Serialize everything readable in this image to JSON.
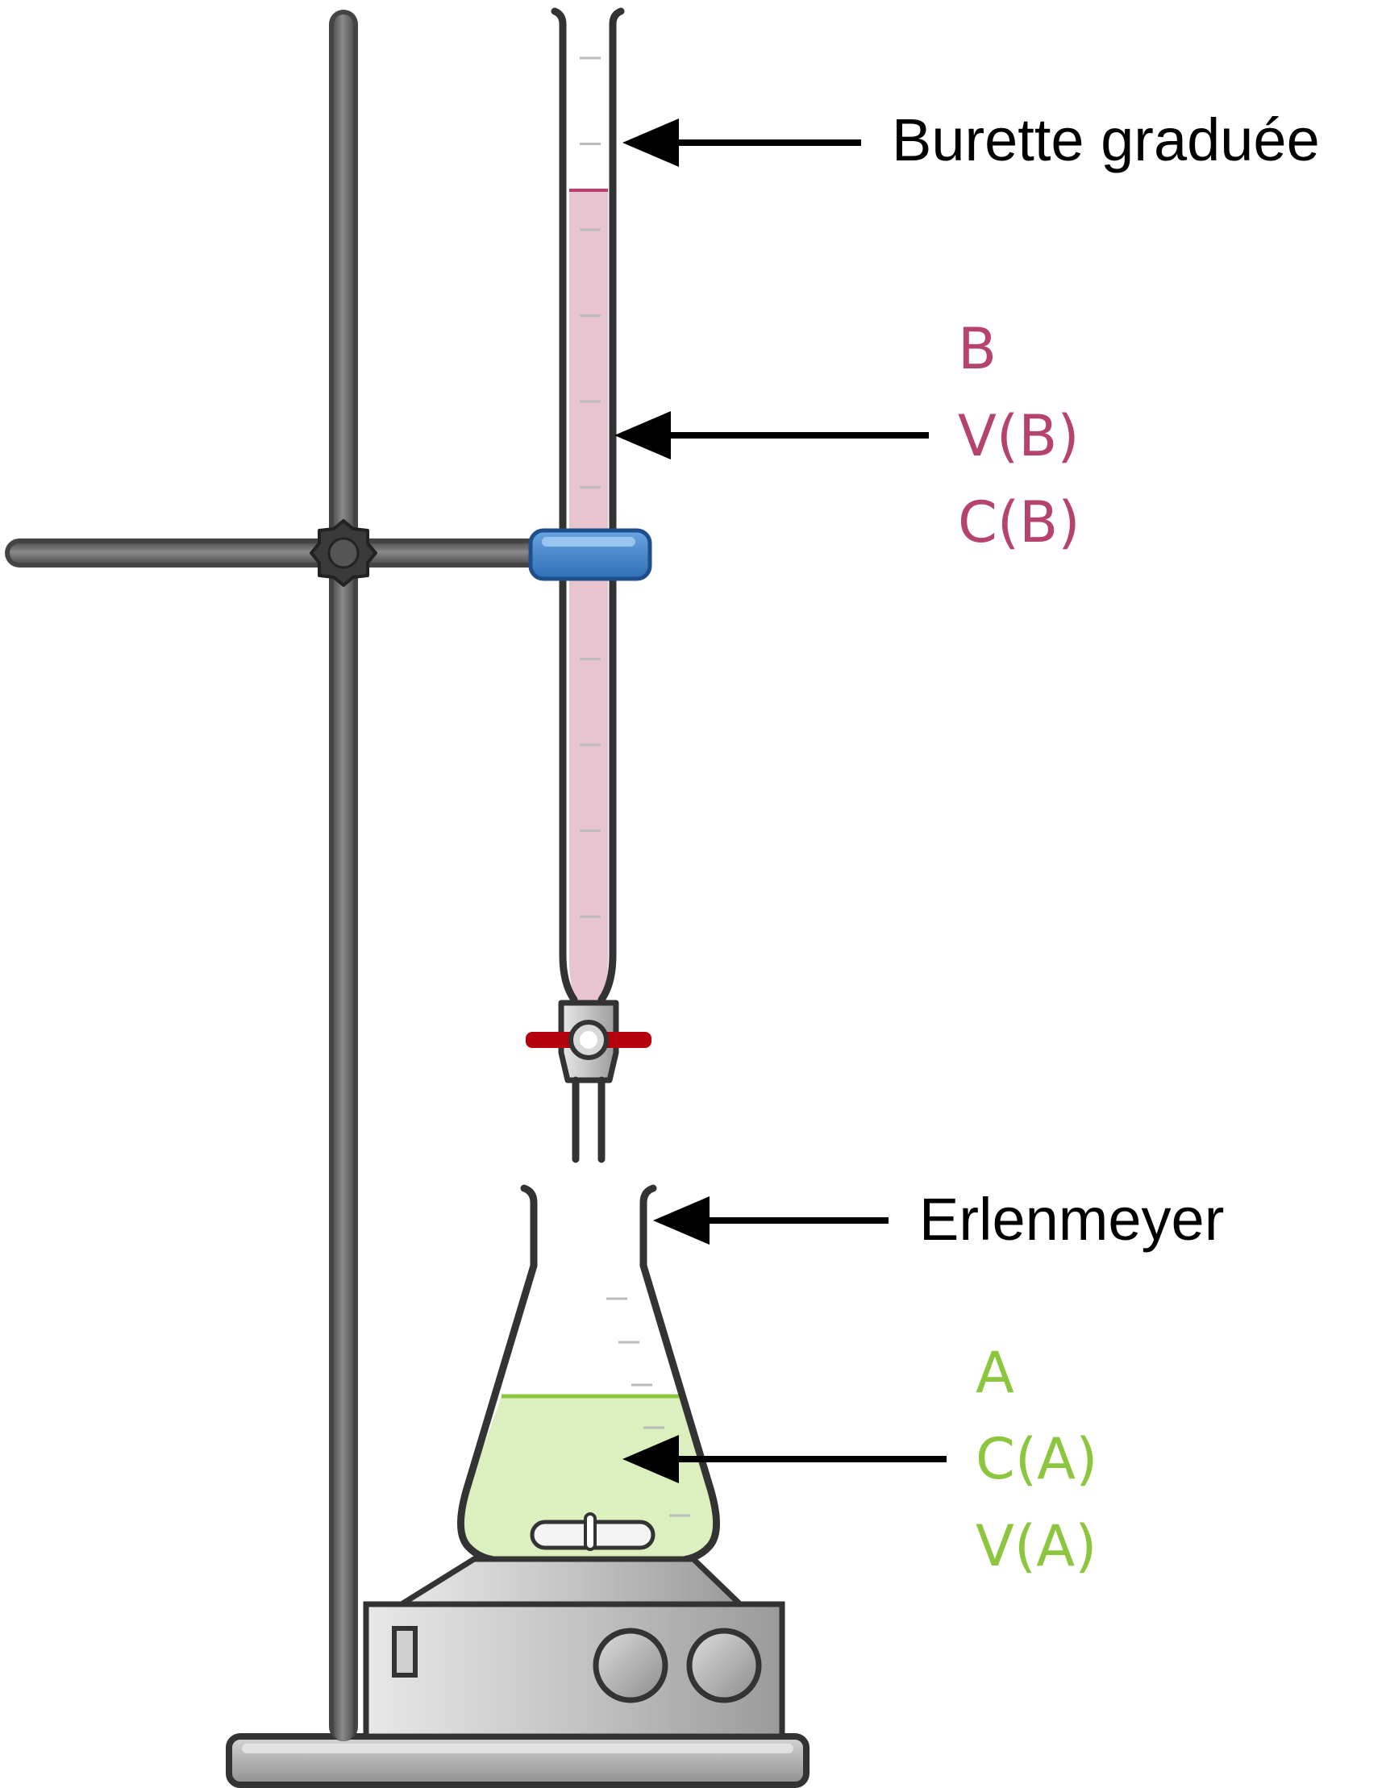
{
  "labels": {
    "burette": "Burette graduée",
    "erlenmeyer": "Erlenmeyer",
    "titrant": {
      "name": "B",
      "volume": "V(B)",
      "concentration": "C(B)"
    },
    "analyte": {
      "name": "A",
      "concentration": "C(A)",
      "volume": "V(A)"
    }
  },
  "colors": {
    "titrant": "#b5436e",
    "titrant_liquid": "#e8c4d0",
    "analyte": "#8cc63f",
    "analyte_liquid": "#dcefbe",
    "clamp": "#3d7fc9",
    "stopcock_handle": "#b5000d",
    "outline": "#333333",
    "stand": "#666666"
  },
  "icons": [
    "retort-stand-icon",
    "clamp-icon",
    "burette-icon",
    "stopcock-icon",
    "erlenmeyer-flask-icon",
    "magnetic-stirrer-icon",
    "stir-bar-icon",
    "arrow-icon"
  ]
}
